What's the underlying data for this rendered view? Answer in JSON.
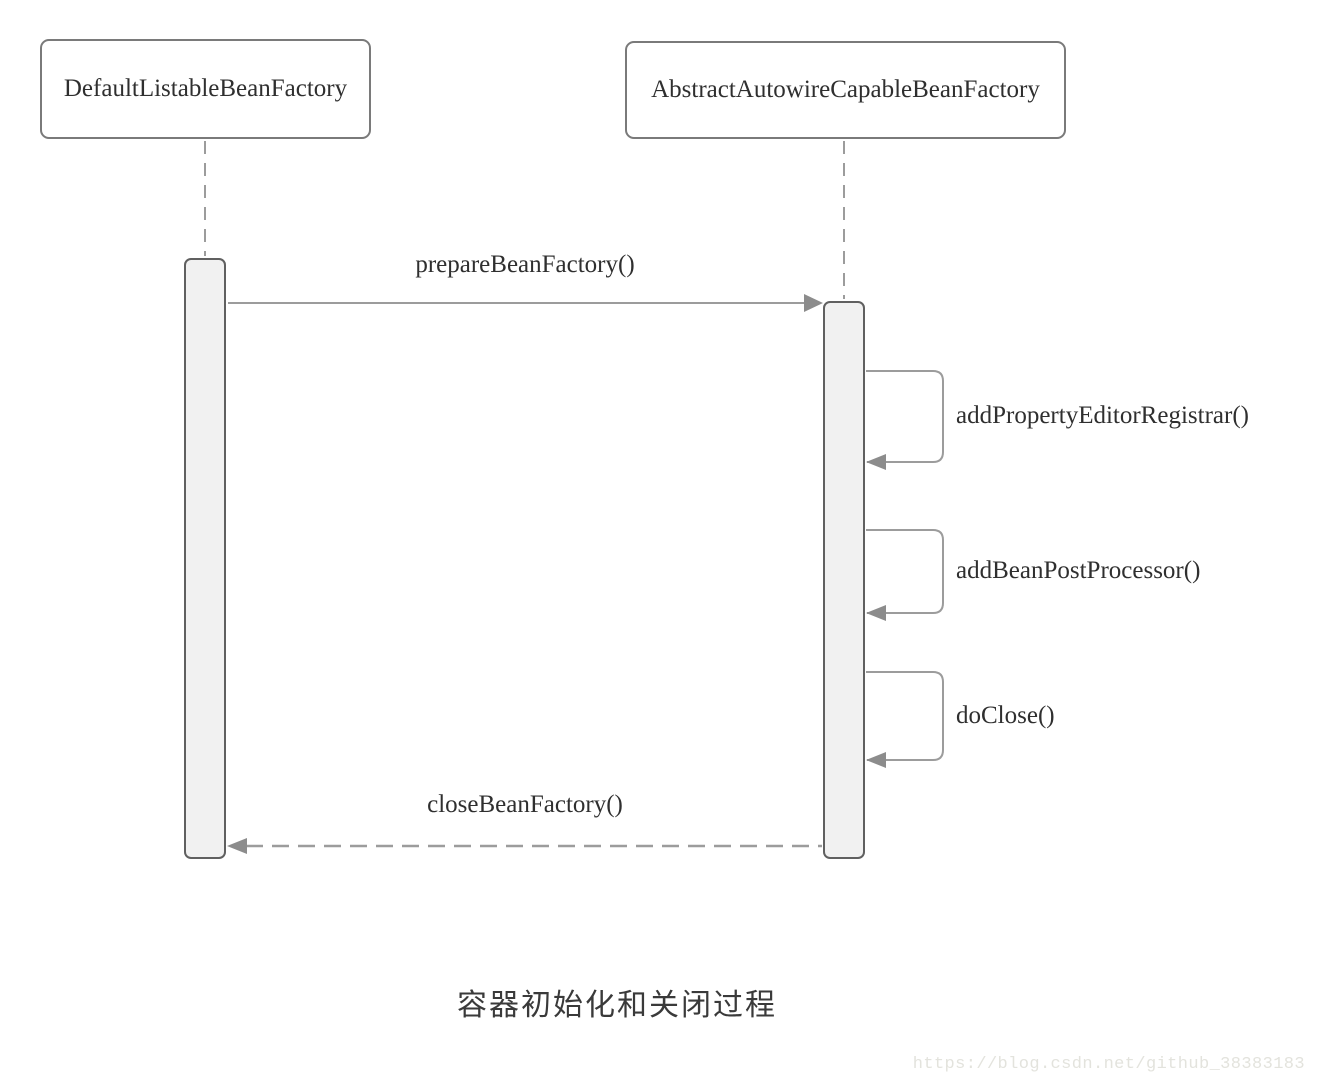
{
  "diagram": {
    "type": "uml-sequence",
    "actors": [
      {
        "name": "DefaultListableBeanFactory"
      },
      {
        "name": "AbstractAutowireCapableBeanFactory"
      }
    ],
    "messages": [
      {
        "label": "prepareBeanFactory()",
        "from": "DefaultListableBeanFactory",
        "to": "AbstractAutowireCapableBeanFactory",
        "style": "solid-arrow"
      },
      {
        "label": "addPropertyEditorRegistrar()",
        "from": "AbstractAutowireCapableBeanFactory",
        "to": "AbstractAutowireCapableBeanFactory",
        "style": "self-call"
      },
      {
        "label": "addBeanPostProcessor()",
        "from": "AbstractAutowireCapableBeanFactory",
        "to": "AbstractAutowireCapableBeanFactory",
        "style": "self-call"
      },
      {
        "label": "doClose()",
        "from": "AbstractAutowireCapableBeanFactory",
        "to": "AbstractAutowireCapableBeanFactory",
        "style": "self-call"
      },
      {
        "label": "closeBeanFactory()",
        "from": "AbstractAutowireCapableBeanFactory",
        "to": "DefaultListableBeanFactory",
        "style": "dashed-arrow"
      }
    ],
    "caption": "容器初始化和关闭过程",
    "watermark": "https://blog.csdn.net/github_38383183",
    "colors": {
      "background": "#ffffff",
      "box_border": "#7a7a7a",
      "activation_fill": "#f1f1f1",
      "activation_border": "#606060",
      "line": "#9c9c9c",
      "arrowhead": "#8c8c8c",
      "text": "#2f2f2f",
      "caption_text": "#3a3a3a",
      "watermark_text": "#e3e3dd"
    }
  }
}
